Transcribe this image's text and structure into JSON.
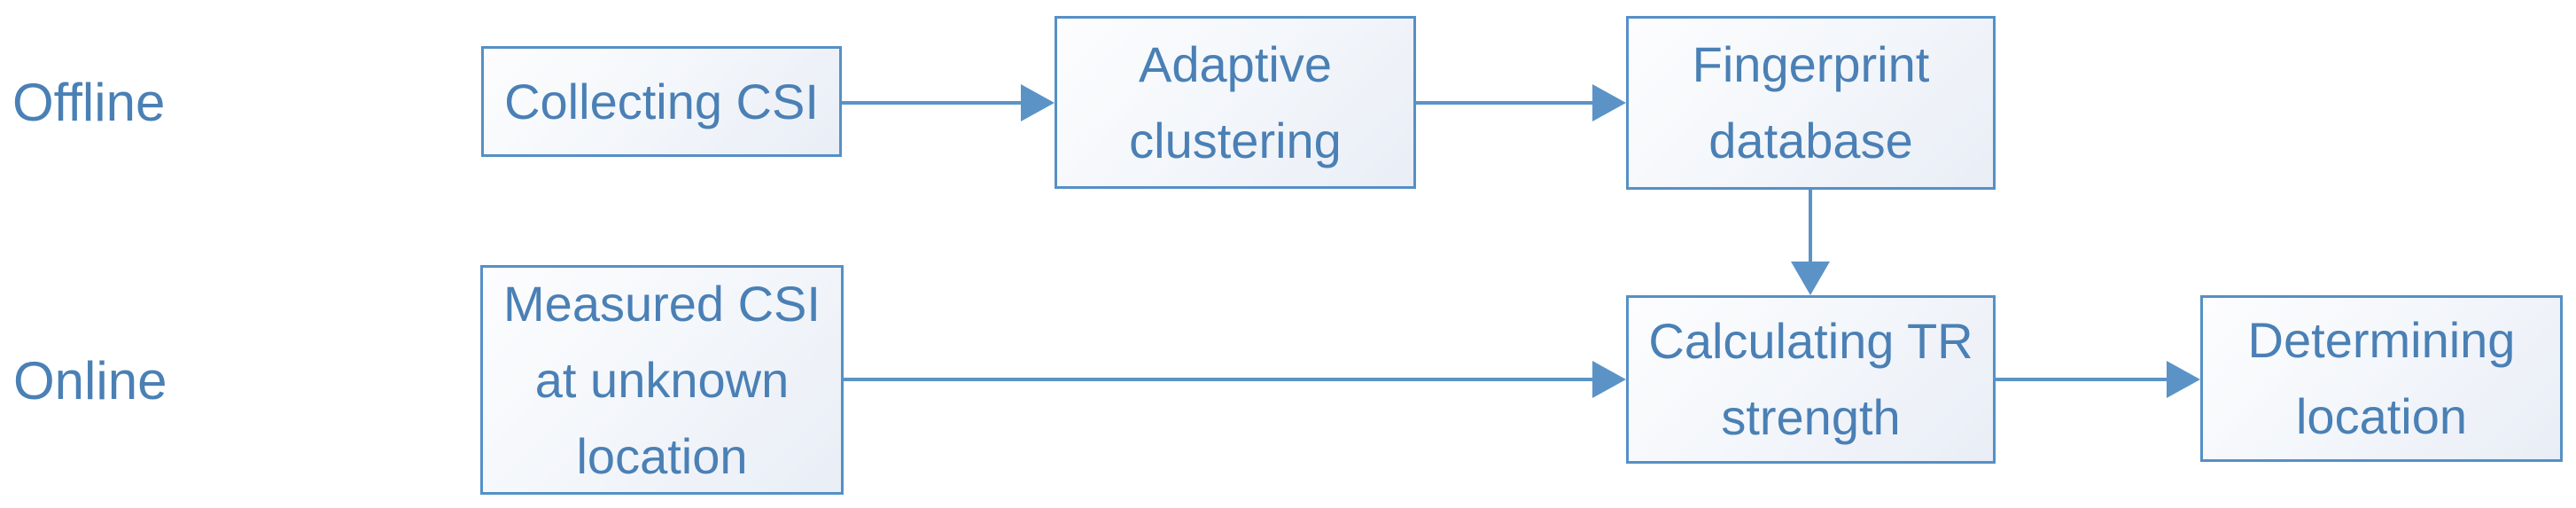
{
  "colors": {
    "node_border": "#5590c6",
    "node_text": "#4a80b5",
    "arrow": "#5b93c7",
    "node_fill_light": "#fdfdfe",
    "node_fill_dark": "#e9eef6"
  },
  "phase_labels": {
    "offline": "Offline",
    "online": "Online"
  },
  "nodes": {
    "collecting_csi": {
      "line1": "Collecting CSI"
    },
    "adaptive_clustering": {
      "line1": "Adaptive",
      "line2": "clustering"
    },
    "fingerprint_database": {
      "line1": "Fingerprint",
      "line2": "database"
    },
    "measured_csi": {
      "line1": "Measured CSI",
      "line2": "at unknown",
      "line3": "location"
    },
    "calculating_tr": {
      "line1": "Calculating TR",
      "line2": "strength"
    },
    "determining_location": {
      "line1": "Determining",
      "line2": "location"
    }
  },
  "edges": {
    "collecting_to_clustering": "collecting_csi -> adaptive_clustering",
    "clustering_to_database": "adaptive_clustering -> fingerprint_database",
    "database_to_calculating": "fingerprint_database -> calculating_tr",
    "measured_to_calculating": "measured_csi -> calculating_tr",
    "calculating_to_determining": "calculating_tr -> determining_location"
  }
}
